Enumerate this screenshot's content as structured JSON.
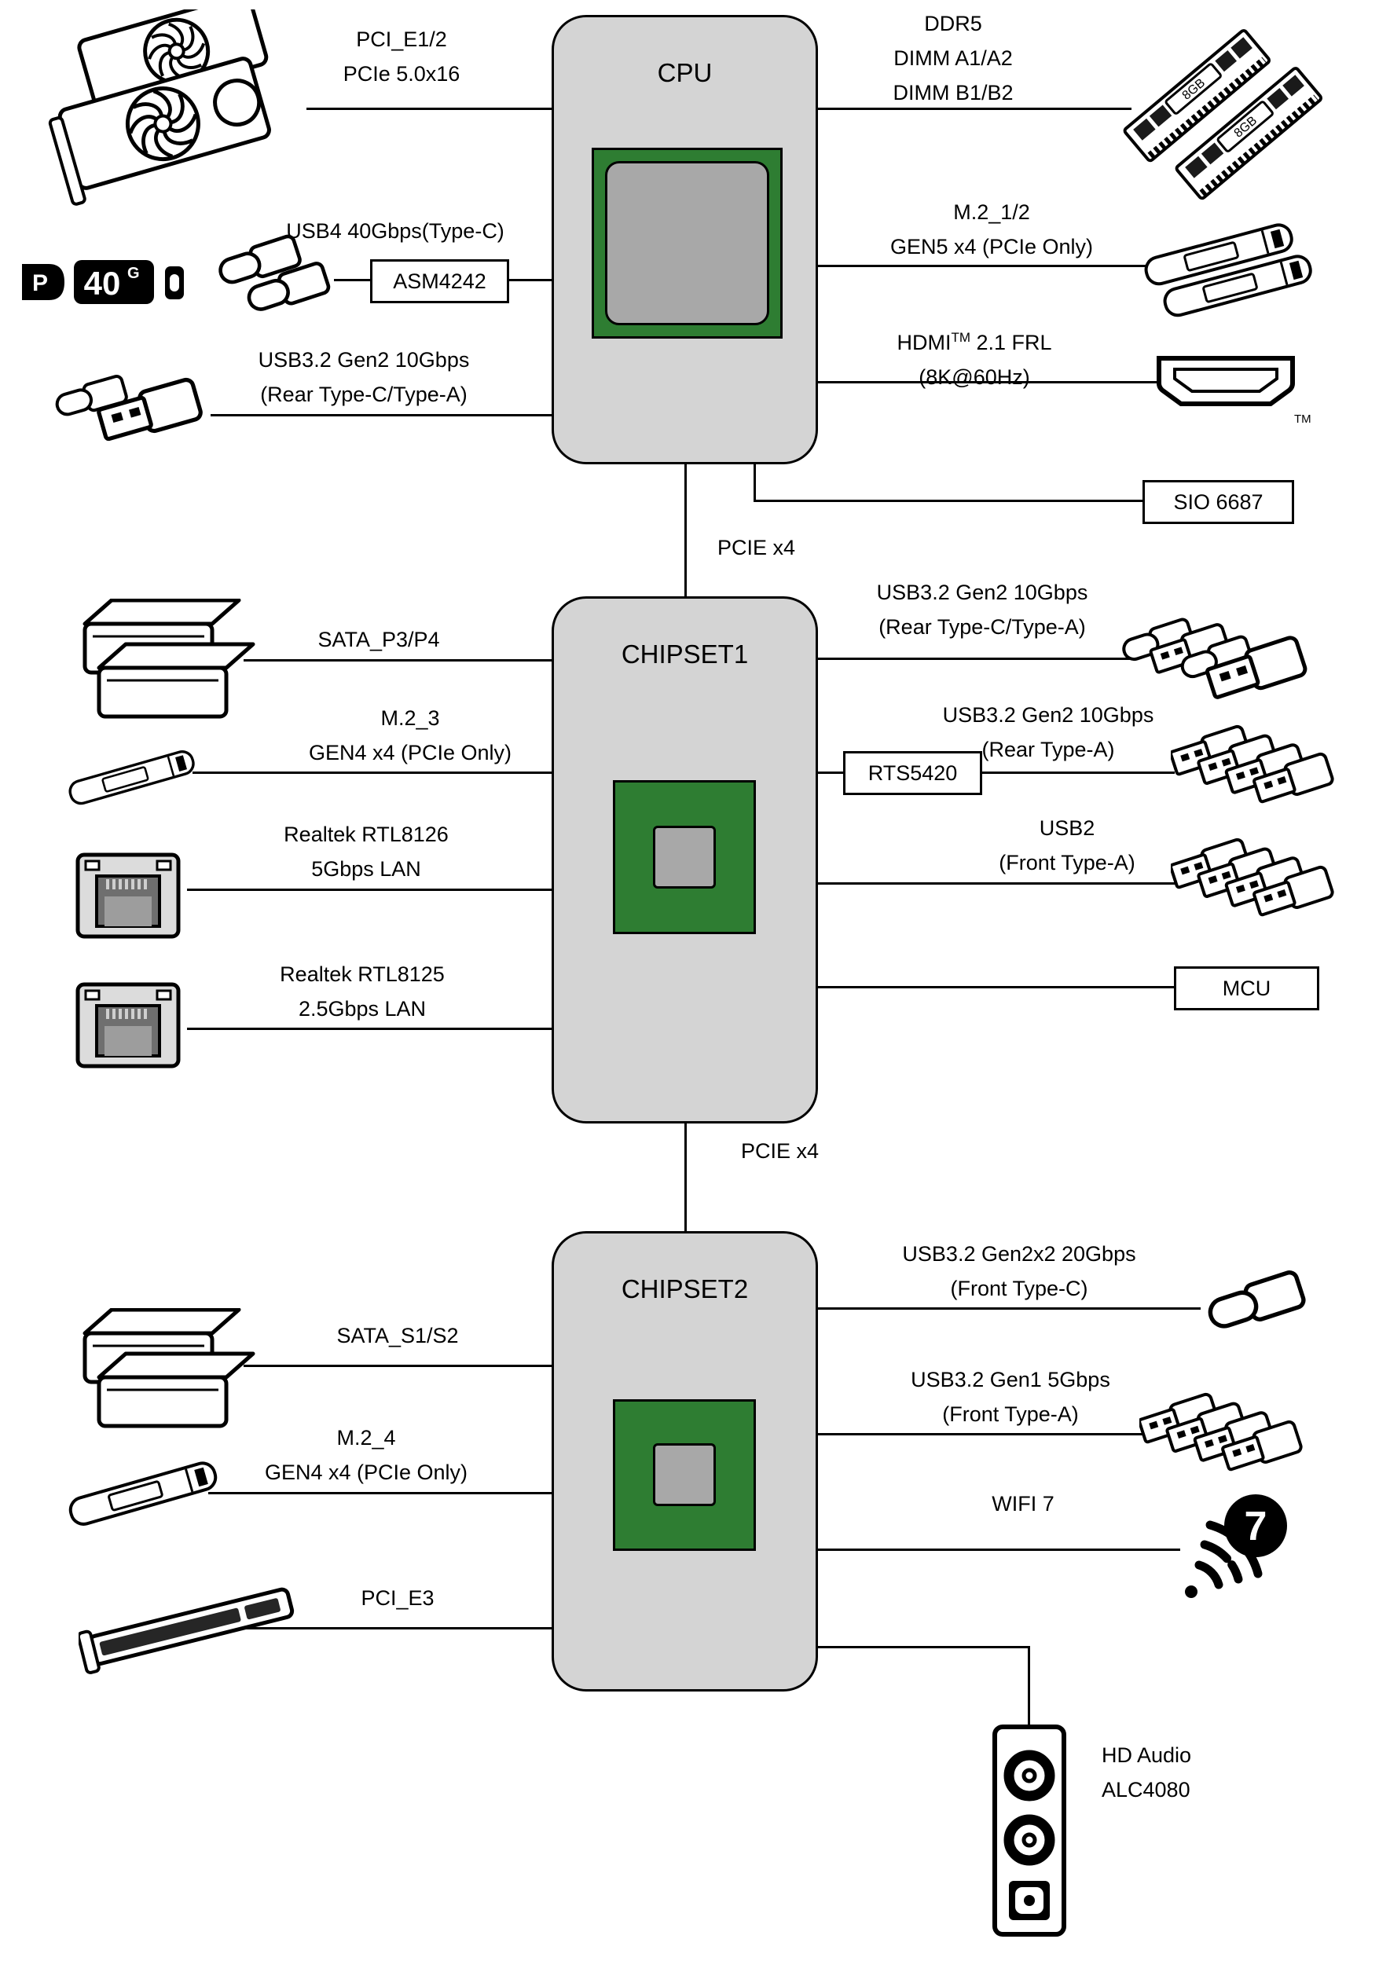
{
  "colors": {
    "background": "#ffffff",
    "block_fill": "#d4d4d4",
    "block_border": "#000000",
    "die_green": "#2e7d32",
    "die_gray": "#a8a8a8",
    "line": "#000000"
  },
  "blocks": {
    "cpu": "CPU",
    "chipset1": "CHIPSET1",
    "chipset2": "CHIPSET2"
  },
  "chips": {
    "asm4242": "ASM4242",
    "sio6687": "SIO 6687",
    "rts5420": "RTS5420",
    "mcu": "MCU"
  },
  "buses": {
    "cpu_to_chipset1": "PCIE x4",
    "chipset1_to_chipset2": "PCIE x4"
  },
  "labels": {
    "pci_e12_line1": "PCI_E1/2",
    "pci_e12_line2": "PCIe 5.0x16",
    "usb4": "USB4 40Gbps(Type-C)",
    "usb32_cpu_line1": "USB3.2 Gen2 10Gbps",
    "usb32_cpu_line2": "(Rear Type-C/Type-A)",
    "ddr5_line1": "DDR5",
    "ddr5_line2": "DIMM A1/A2",
    "ddr5_line3": "DIMM B1/B2",
    "m2_12_line1": "M.2_1/2",
    "m2_12_line2": "GEN5 x4 (PCIe Only)",
    "hdmi_name": "HDMI",
    "hdmi_tm": "TM",
    "hdmi_rest": " 2.1 FRL",
    "hdmi_line2": "(8K@60Hz)",
    "sata_p34": "SATA_P3/P4",
    "m2_3_line1": "M.2_3",
    "m2_3_line2": "GEN4 x4 (PCIe Only)",
    "lan5g_line1": "Realtek RTL8126",
    "lan5g_line2": "5Gbps LAN",
    "lan25g_line1": "Realtek RTL8125",
    "lan25g_line2": "2.5Gbps LAN",
    "usb32_rear_ca_line1": "USB3.2 Gen2 10Gbps",
    "usb32_rear_ca_line2": "(Rear Type-C/Type-A)",
    "usb32_rear_a_line1": "USB3.2 Gen2 10Gbps",
    "usb32_rear_a_line2": "(Rear Type-A)",
    "usb2_line1": "USB2",
    "usb2_line2": "(Front Type-A)",
    "sata_s12": "SATA_S1/S2",
    "m2_4_line1": "M.2_4",
    "m2_4_line2": "GEN4 x4 (PCIe Only)",
    "pci_e3": "PCI_E3",
    "usb32_20g_line1": "USB3.2 Gen2x2 20Gbps",
    "usb32_20g_line2": "(Front Type-C)",
    "usb32_5g_line1": "USB3.2 Gen1 5Gbps",
    "usb32_5g_line2": "(Front Type-A)",
    "wifi7": "WIFI 7",
    "hd_audio_line1": "HD Audio",
    "hd_audio_line2": "ALC4080"
  },
  "icons": {
    "ram_capacity": "8GB",
    "wifi_number": "7",
    "badge_40": "40",
    "badge_g": "G",
    "dp_letter": "P",
    "hdmi_icon_tm": "TM"
  }
}
